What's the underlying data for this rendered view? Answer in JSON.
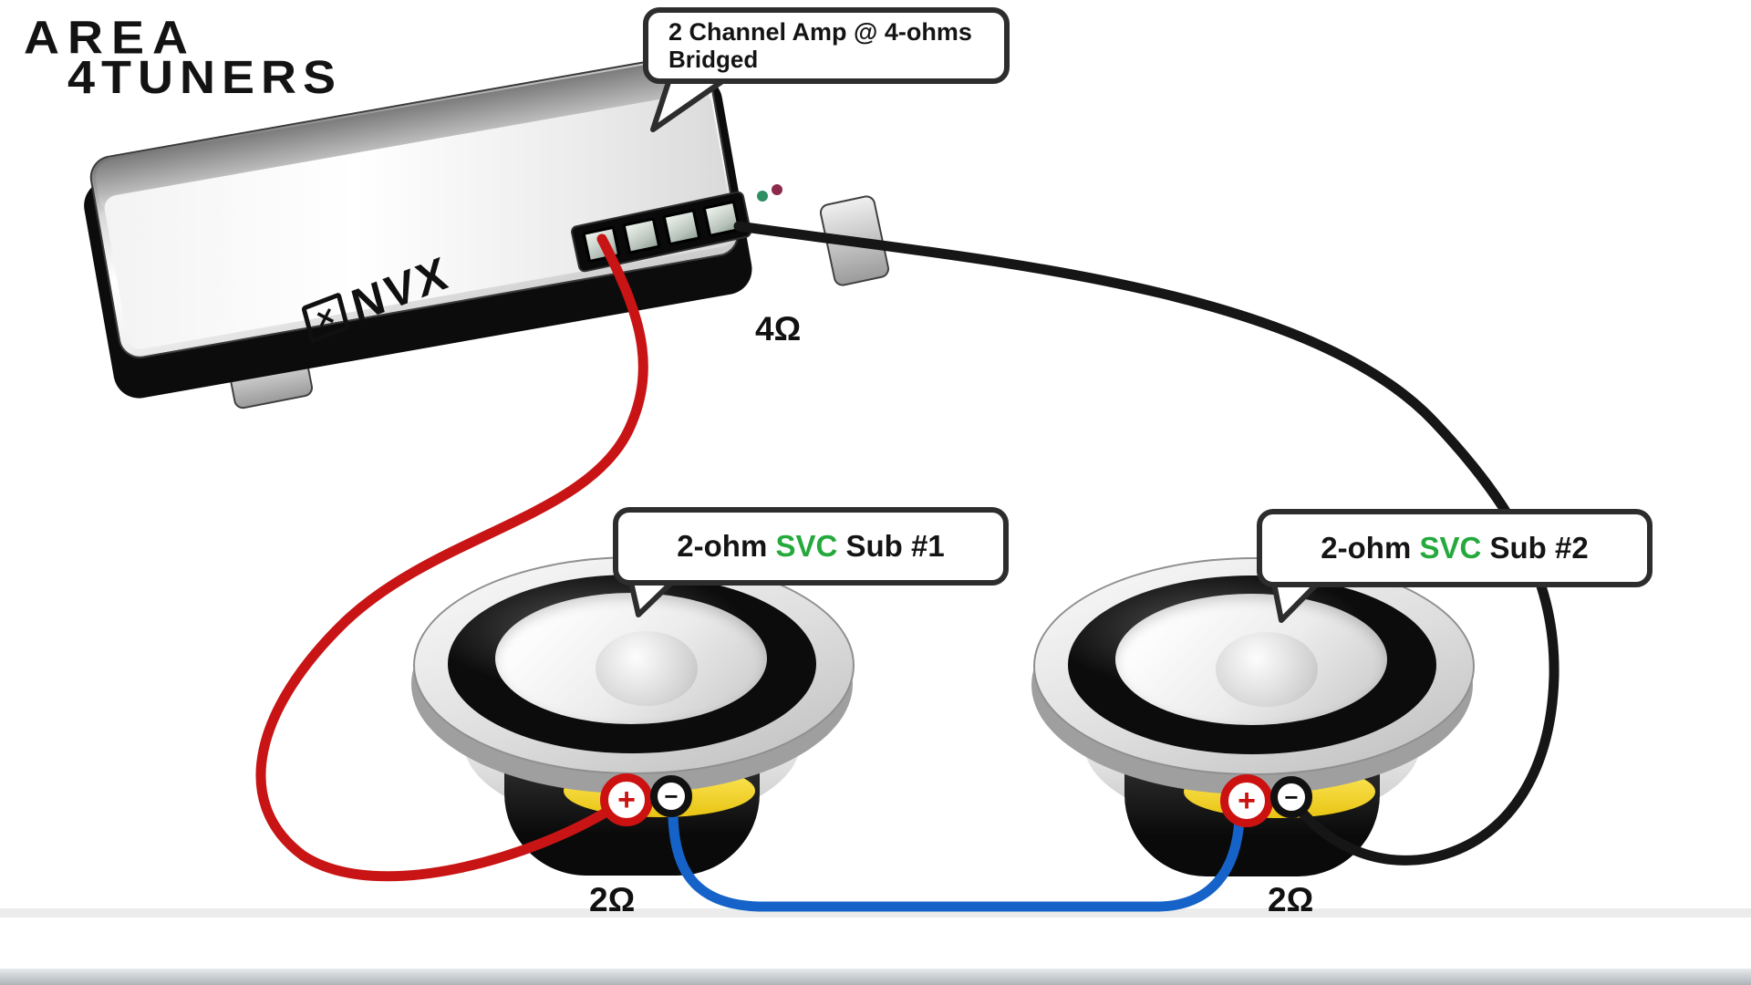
{
  "logo": {
    "line1": "AREA",
    "line2": "4TUNERS"
  },
  "amp": {
    "brand_glyph": "✕",
    "brand": "NVX",
    "impedance_label": "4Ω",
    "callout": {
      "line1": "2 Channel Amp @ 4-ohms",
      "line2": "Bridged"
    },
    "leds": [
      {
        "name": "green-led",
        "color": "#2e8f62"
      },
      {
        "name": "red-led",
        "color": "#8c2a4a"
      }
    ]
  },
  "subs": [
    {
      "callout": {
        "prefix": "2-ohm ",
        "highlight": "SVC",
        "suffix": " Sub #1"
      },
      "impedance_label": "2Ω",
      "positive_symbol": "+",
      "negative_symbol": "−"
    },
    {
      "callout": {
        "prefix": "2-ohm ",
        "highlight": "SVC",
        "suffix": " Sub #2"
      },
      "impedance_label": "2Ω",
      "positive_symbol": "+",
      "negative_symbol": "−"
    }
  ],
  "wires": {
    "positive_color": "#c81414",
    "series_color": "#1563c8",
    "negative_color": "#161616"
  },
  "colors": {
    "svc_green": "#25a93d",
    "bubble_border": "#2d2d2d"
  }
}
